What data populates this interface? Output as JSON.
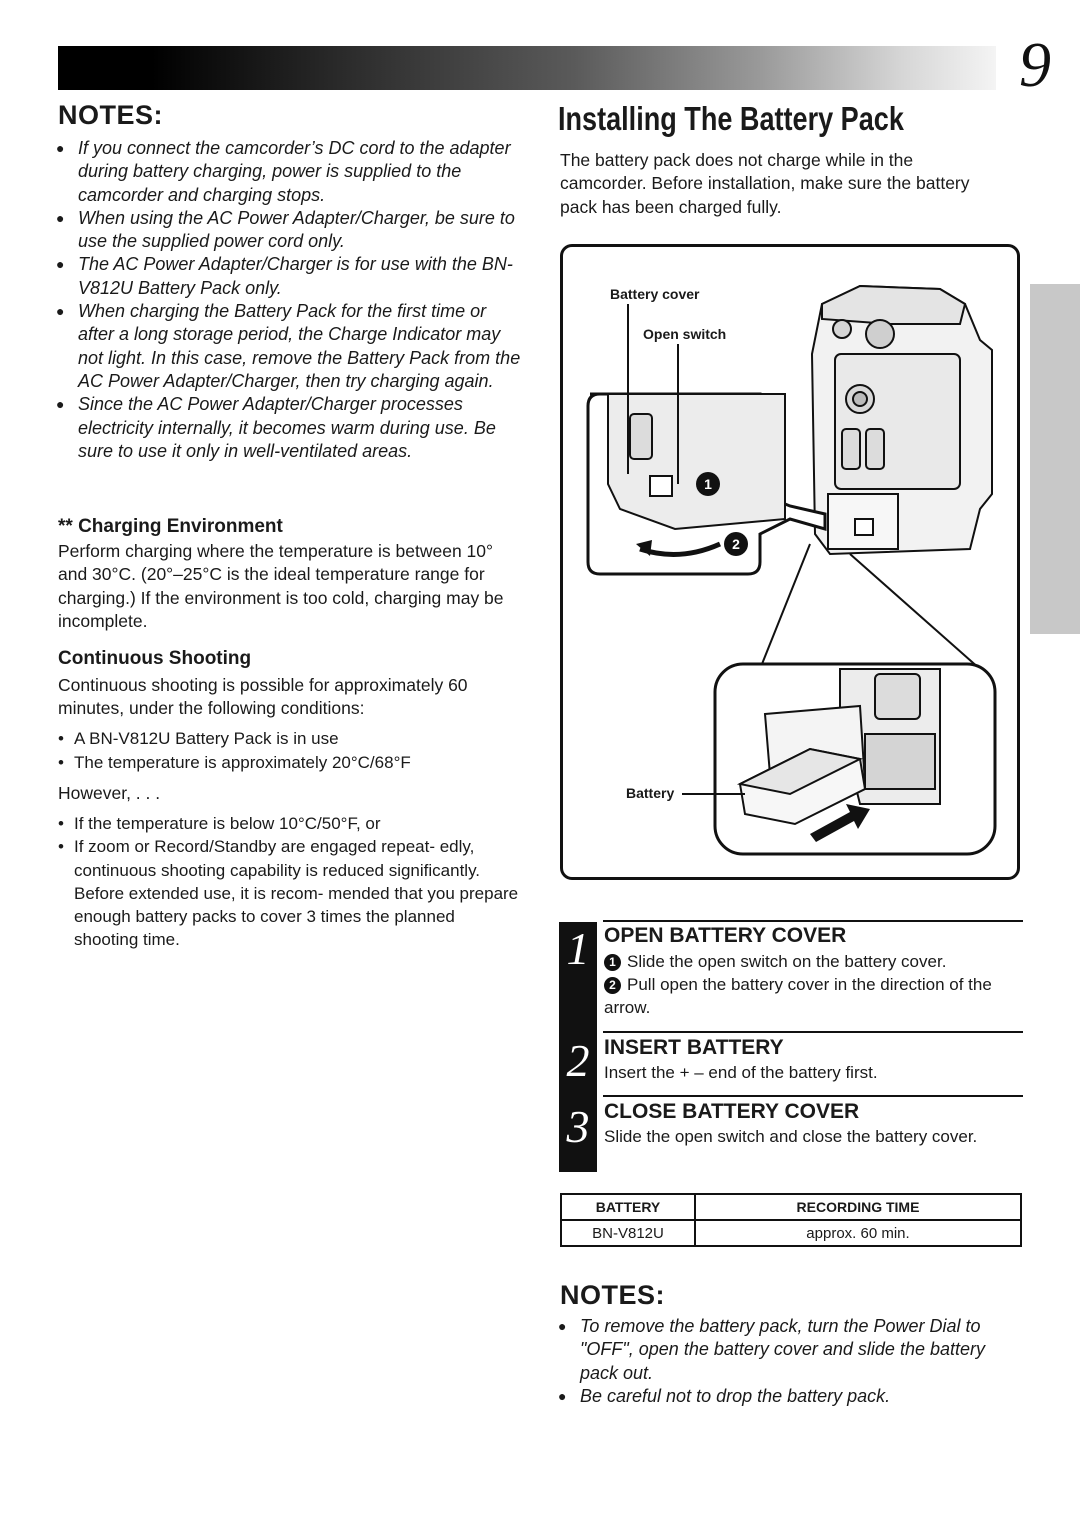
{
  "page_number": "9",
  "left": {
    "notes_heading": "NOTES:",
    "notes": [
      "If you connect the camcorder’s DC cord to the adapter during battery charging, power is supplied to the camcorder and charging stops.",
      "When using the AC Power Adapter/Charger, be sure to use the supplied power cord only.",
      "The AC Power Adapter/Charger is for use with the BN-V812U Battery Pack only.",
      "When charging the Battery Pack for the first time or after a long storage period, the Charge Indicator may not light. In this case, remove the Battery Pack from the AC Power Adapter/Charger, then try charging again.",
      "Since the AC Power Adapter/Charger processes electricity internally, it becomes warm during use. Be sure to use it only in well-ventilated areas."
    ],
    "charging_env_heading": "** Charging Environment",
    "charging_env_text": "Perform charging where the temperature is between 10° and 30°C. (20°–25°C is the ideal temperature range for charging.) If the environment is too cold, charging may be incomplete.",
    "continuous_heading": "Continuous Shooting",
    "continuous_text": "Continuous shooting is possible for approximately 60 minutes, under the following conditions:",
    "conditions": [
      "A BN-V812U Battery Pack is in use",
      "The temperature is approximately 20°C/68°F"
    ],
    "however": "However, . . .",
    "exceptions": [
      "If the temperature is below 10°C/50°F, or",
      "If zoom or Record/Standby are engaged repeat- edly, continuous shooting capability is reduced significantly. Before extended use, it is recom- mended that you prepare enough battery packs to cover 3 times the planned shooting time."
    ]
  },
  "right": {
    "title": "Installing The Battery Pack",
    "intro": "The battery pack does not charge while in the camcorder. Before installation, make sure the battery pack has been charged fully.",
    "figure": {
      "label_battery_cover": "Battery cover",
      "label_open_switch": "Open switch",
      "label_battery": "Battery",
      "callout_1": "1",
      "callout_2": "2"
    },
    "steps": [
      {
        "num": "1",
        "heading": "OPEN BATTERY COVER",
        "items": [
          {
            "marker": "1",
            "text": "Slide the open switch on the battery cover."
          },
          {
            "marker": "2",
            "text": "Pull open the battery cover in the direction of the arrow."
          }
        ]
      },
      {
        "num": "2",
        "heading": "INSERT BATTERY",
        "text": "Insert the + – end of the battery first."
      },
      {
        "num": "3",
        "heading": "CLOSE BATTERY COVER",
        "text": "Slide the open switch and close the battery cover."
      }
    ],
    "table": {
      "headers": [
        "BATTERY",
        "RECORDING TIME"
      ],
      "rows": [
        [
          "BN-V812U",
          "approx. 60 min."
        ]
      ]
    },
    "notes_heading": "NOTES:",
    "notes": [
      "To remove the battery pack, turn the Power Dial to \"OFF\", open the battery cover and slide the battery pack out.",
      "Be careful not to drop the battery pack."
    ]
  }
}
